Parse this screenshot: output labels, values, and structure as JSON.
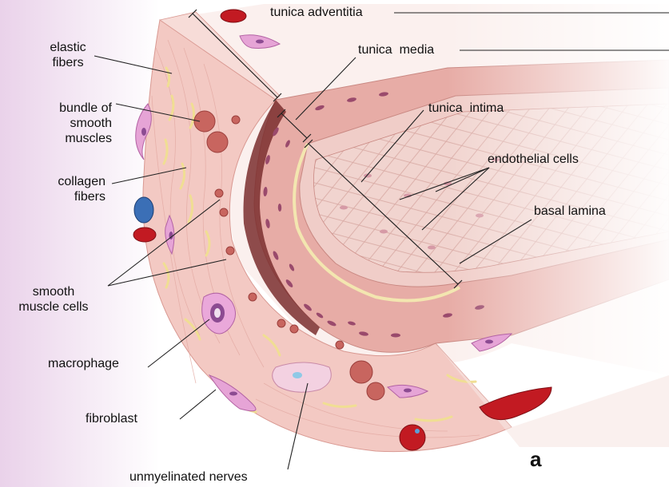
{
  "figure": {
    "panel_letter": "a",
    "colors": {
      "background_left": "#ead2ea",
      "tissue": "#f3cdc8",
      "tissue_dark": "#d9938e",
      "media": "#e9b0ab",
      "intima_surface": "#f1d2cd",
      "muscle_nuclei": "#9a4a6c",
      "elastic_fiber": "#f1e29a",
      "red_cell": "#c21a22",
      "cell_pink": "#e7a6d6",
      "leader_line": "#222222"
    },
    "labels": {
      "tunica_adventitia": "tunica adventitia",
      "tunica_media": "tunica  media",
      "tunica_intima": "tunica  intima",
      "endothelial_cells": "endothelial cells",
      "basal_lamina": "basal lamina",
      "elastic_fibers": "elastic\nfibers",
      "bundle_of_smooth_muscles": "bundle of\nsmooth\nmuscles",
      "collagen_fibers": "collagen\nfibers",
      "smooth_muscle_cells": "smooth\nmuscle cells",
      "macrophage": "macrophage",
      "fibroblast": "fibroblast",
      "unmyelinated_nerves": "unmyelinated nerves"
    }
  }
}
